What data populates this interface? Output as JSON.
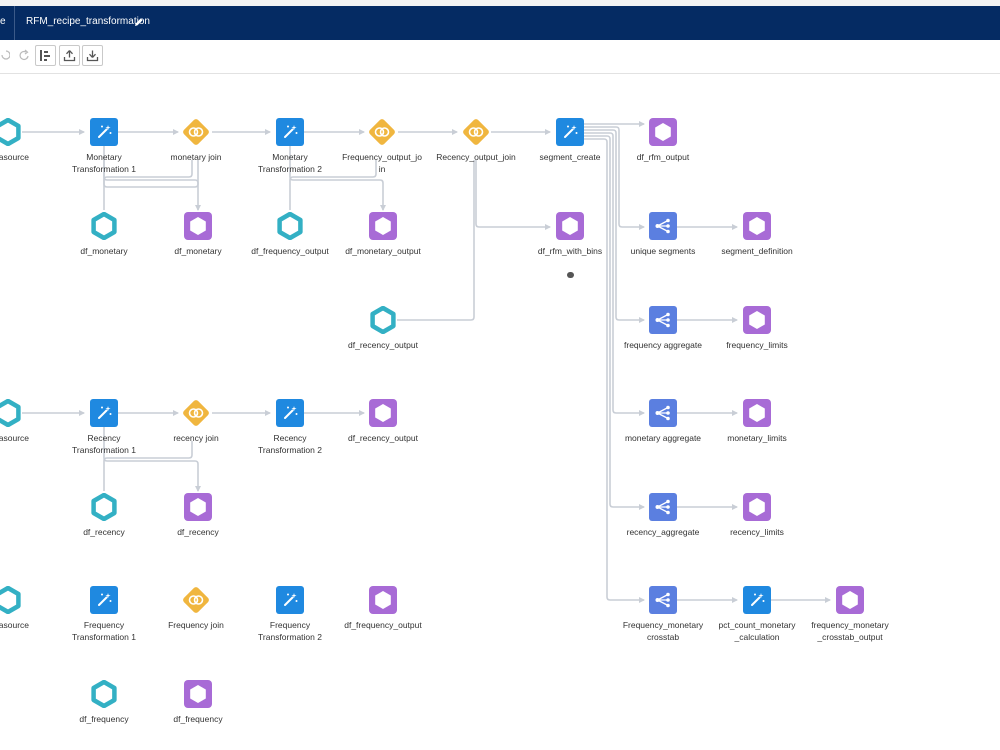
{
  "header": {
    "back_label": "e",
    "title": "RFM_recipe_transformation",
    "edit_icon": "pencil-icon"
  },
  "toolbar": {
    "undo_icon": "undo-icon",
    "redo_icon": "redo-icon",
    "buttons": [
      "layout-icon",
      "upload-icon",
      "download-icon"
    ]
  },
  "colors": {
    "header_bg": "#052b63",
    "input_node": "#33b0c4",
    "transform_node": "#1f89e0",
    "join_node": "#f0b63f",
    "output_node": "#a86bd6",
    "aggregate_node": "#5b7fe0",
    "edge": "#c9ced6"
  },
  "nodes": [
    {
      "id": "n_ds1",
      "label": "datasource",
      "kind": "input"
    },
    {
      "id": "n_mt1",
      "label": "Monetary\nTransformation 1",
      "kind": "transform"
    },
    {
      "id": "n_mj",
      "label": "monetary join",
      "kind": "join"
    },
    {
      "id": "n_mt2",
      "label": "Monetary\nTransformation 2",
      "kind": "transform"
    },
    {
      "id": "n_foj",
      "label": "Frequency_output_jo\nin",
      "kind": "join"
    },
    {
      "id": "n_roj",
      "label": "Recency_output_join",
      "kind": "join"
    },
    {
      "id": "n_sc",
      "label": "segment_create",
      "kind": "transform"
    },
    {
      "id": "n_dfrfm",
      "label": "df_rfm_output",
      "kind": "output"
    },
    {
      "id": "n_dfmon_in",
      "label": "df_monetary",
      "kind": "input"
    },
    {
      "id": "n_dfmon_out",
      "label": "df_monetary",
      "kind": "output"
    },
    {
      "id": "n_dffo_in",
      "label": "df_frequency_output",
      "kind": "input"
    },
    {
      "id": "n_dfmo_out",
      "label": "df_monetary_output",
      "kind": "output"
    },
    {
      "id": "n_bins",
      "label": "df_rfm_with_bins",
      "kind": "output"
    },
    {
      "id": "n_us",
      "label": "unique segments",
      "kind": "aggregate"
    },
    {
      "id": "n_segdef",
      "label": "segment_definition",
      "kind": "output"
    },
    {
      "id": "n_dfro_in",
      "label": "df_recency_output",
      "kind": "input"
    },
    {
      "id": "n_fa",
      "label": "frequency aggregate",
      "kind": "aggregate"
    },
    {
      "id": "n_fl",
      "label": "frequency_limits",
      "kind": "output"
    },
    {
      "id": "n_ds2",
      "label": "datasource",
      "kind": "input"
    },
    {
      "id": "n_rt1",
      "label": "Recency\nTransformation 1",
      "kind": "transform"
    },
    {
      "id": "n_rj",
      "label": "recency join",
      "kind": "join"
    },
    {
      "id": "n_rt2",
      "label": "Recency\nTransformation 2",
      "kind": "transform"
    },
    {
      "id": "n_dfro_out",
      "label": "df_recency_output",
      "kind": "output"
    },
    {
      "id": "n_ma",
      "label": "monetary aggregate",
      "kind": "aggregate"
    },
    {
      "id": "n_ml",
      "label": "monetary_limits",
      "kind": "output"
    },
    {
      "id": "n_dfrec_in",
      "label": "df_recency",
      "kind": "input"
    },
    {
      "id": "n_dfrec_out",
      "label": "df_recency",
      "kind": "output"
    },
    {
      "id": "n_ra",
      "label": "recency_aggregate",
      "kind": "aggregate"
    },
    {
      "id": "n_rl",
      "label": "recency_limits",
      "kind": "output"
    },
    {
      "id": "n_ds3",
      "label": "datasource",
      "kind": "input"
    },
    {
      "id": "n_ft1",
      "label": "Frequency\nTransformation 1",
      "kind": "transform"
    },
    {
      "id": "n_fj",
      "label": "Frequency join",
      "kind": "join"
    },
    {
      "id": "n_ft2",
      "label": "Frequency\nTransformation 2",
      "kind": "transform"
    },
    {
      "id": "n_dffo_out",
      "label": "df_frequency_output",
      "kind": "output"
    },
    {
      "id": "n_fmc",
      "label": "Frequency_monetary\ncrosstab",
      "kind": "aggregate"
    },
    {
      "id": "n_pct",
      "label": "pct_count_monetary\n_calculation",
      "kind": "transform"
    },
    {
      "id": "n_fmco",
      "label": "frequency_monetary\n_crosstab_output",
      "kind": "output"
    },
    {
      "id": "n_dffreq_in",
      "label": "df_frequency",
      "kind": "input"
    },
    {
      "id": "n_dffreq_out",
      "label": "df_frequency",
      "kind": "output"
    }
  ]
}
